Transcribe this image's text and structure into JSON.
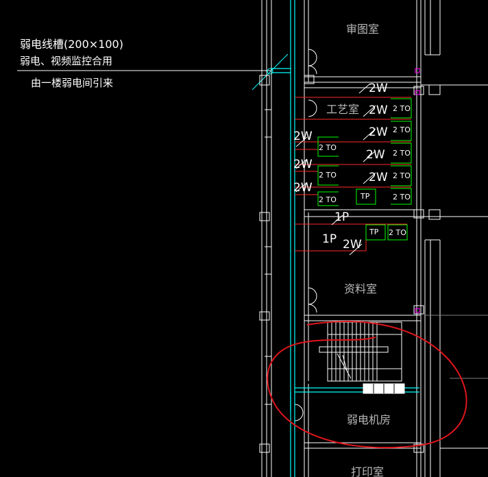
{
  "annotation": {
    "line1": "弱电线槽(200×100)",
    "line2": "弱电、视频监控合用",
    "line3": "由一楼弱电间引来"
  },
  "rooms": {
    "top": "审图室",
    "craft": "工艺室",
    "archive": "资料室",
    "server": "弱电机房",
    "print": "打印室"
  },
  "cable_labels": {
    "w_a": "2W",
    "w_b": "2W",
    "w_c": "2W",
    "w_d": "2W",
    "w_e": "2W",
    "w_f": "2W",
    "w_g": "2W",
    "w_h": "2W",
    "w_i": "2W",
    "p_a": "1P",
    "p_b": "1P"
  },
  "outlets": {
    "to_a": "2 TO",
    "to_b": "2 TO",
    "to_c": "2 TO",
    "to_d": "2 TO",
    "to_e": "2 TO",
    "to_f": "2 TO",
    "to_g": "2 TO",
    "to_h": "2 TO",
    "to_i": "2 TO",
    "tp_a": "TP",
    "tp_b": "TP"
  },
  "colors": {
    "background": "#000000",
    "wall": "#ffffff",
    "tray": "#00ffff",
    "cable": "#ff2a2a",
    "outlet": "#00ff00",
    "markup": "#e0161c",
    "dimension": "#808080"
  }
}
